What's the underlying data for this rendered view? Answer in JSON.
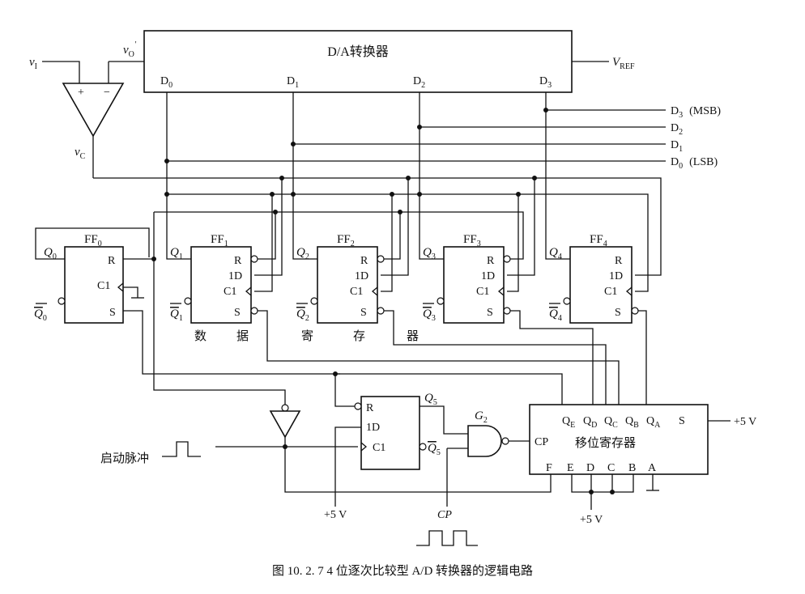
{
  "dac": {
    "label": "D/A转换器",
    "vref": "V",
    "vref_sub": "REF",
    "vo": "v",
    "vo_sub": "O",
    "vo_prime": "′",
    "inputs": [
      {
        "name": "D",
        "sub": "0"
      },
      {
        "name": "D",
        "sub": "1"
      },
      {
        "name": "D",
        "sub": "2"
      },
      {
        "name": "D",
        "sub": "3"
      }
    ]
  },
  "comparator": {
    "vi": "v",
    "vi_sub": "I",
    "plus": "+",
    "minus": "−",
    "vc": "v",
    "vc_sub": "C"
  },
  "outputs": [
    {
      "name": "D",
      "sub": "3",
      "note": "(MSB)"
    },
    {
      "name": "D",
      "sub": "2",
      "note": ""
    },
    {
      "name": "D",
      "sub": "1",
      "note": ""
    },
    {
      "name": "D",
      "sub": "0",
      "note": "(LSB)"
    }
  ],
  "flipflops": [
    {
      "title": "FF",
      "sub": "0",
      "q": "Q",
      "q_sub": "0",
      "qn": "Q",
      "qn_sub": "0",
      "pins": [
        "R",
        "C1",
        "S"
      ]
    },
    {
      "title": "FF",
      "sub": "1",
      "q": "Q",
      "q_sub": "1",
      "qn": "Q",
      "qn_sub": "1",
      "pins": [
        "R",
        "1D",
        "C1",
        "S"
      ]
    },
    {
      "title": "FF",
      "sub": "2",
      "q": "Q",
      "q_sub": "2",
      "qn": "Q",
      "qn_sub": "2",
      "pins": [
        "R",
        "1D",
        "C1",
        "S"
      ]
    },
    {
      "title": "FF",
      "sub": "3",
      "q": "Q",
      "q_sub": "3",
      "qn": "Q",
      "qn_sub": "3",
      "pins": [
        "R",
        "1D",
        "C1",
        "S"
      ]
    },
    {
      "title": "FF",
      "sub": "4",
      "q": "Q",
      "q_sub": "4",
      "qn": "Q",
      "qn_sub": "4",
      "pins": [
        "R",
        "1D",
        "C1",
        "S"
      ]
    }
  ],
  "register_label": [
    "数",
    "据",
    "寄",
    "存",
    "器"
  ],
  "ff5": {
    "pins": [
      "R",
      "1D",
      "C1"
    ],
    "q": "Q",
    "q_sub": "5",
    "qn": "Q",
    "qn_sub": "5"
  },
  "gate": {
    "name": "G",
    "sub": "2"
  },
  "shift_register": {
    "label": "移位寄存器",
    "outputs": [
      "Q",
      "Q",
      "Q",
      "Q",
      "Q"
    ],
    "output_subs": [
      "E",
      "D",
      "C",
      "B",
      "A"
    ],
    "cp": "CP",
    "s": "S",
    "inputs": [
      "F",
      "E",
      "D",
      "C",
      "B",
      "A"
    ]
  },
  "supply": "+5 V",
  "start_pulse": "启动脉冲",
  "clock": "CP",
  "caption": "图 10. 2. 7    4 位逐次比较型 A/D 转换器的逻辑电路"
}
